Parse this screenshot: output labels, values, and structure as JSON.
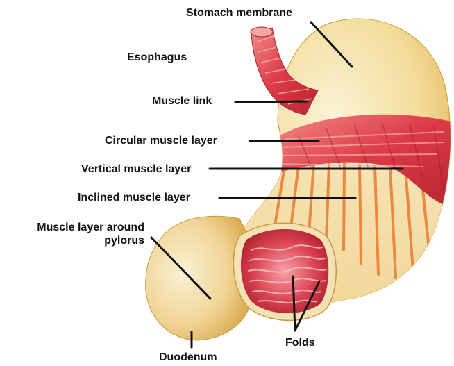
{
  "labels": {
    "stomach_membrane": "Stomach membrane",
    "esophagus": "Esophagus",
    "muscle_link": "Muscle link",
    "circular_muscle_layer": "Circular muscle layer",
    "vertical_muscle_layer": "Vertical muscle layer",
    "inclined_muscle_layer": "Inclined muscle layer",
    "muscle_layer_around_pylorus_line1": "Muscle layer around",
    "muscle_layer_around_pylorus_line2": "pylorus",
    "folds": "Folds",
    "duodenum": "Duodenum"
  },
  "colors": {
    "membrane": "#f3dfa2",
    "membrane_shadow": "#e0b24a",
    "muscle_red": "#d9323f",
    "muscle_pink": "#ef8a86",
    "fiber_orange": "#e9762a",
    "leader_line": "#111111"
  }
}
